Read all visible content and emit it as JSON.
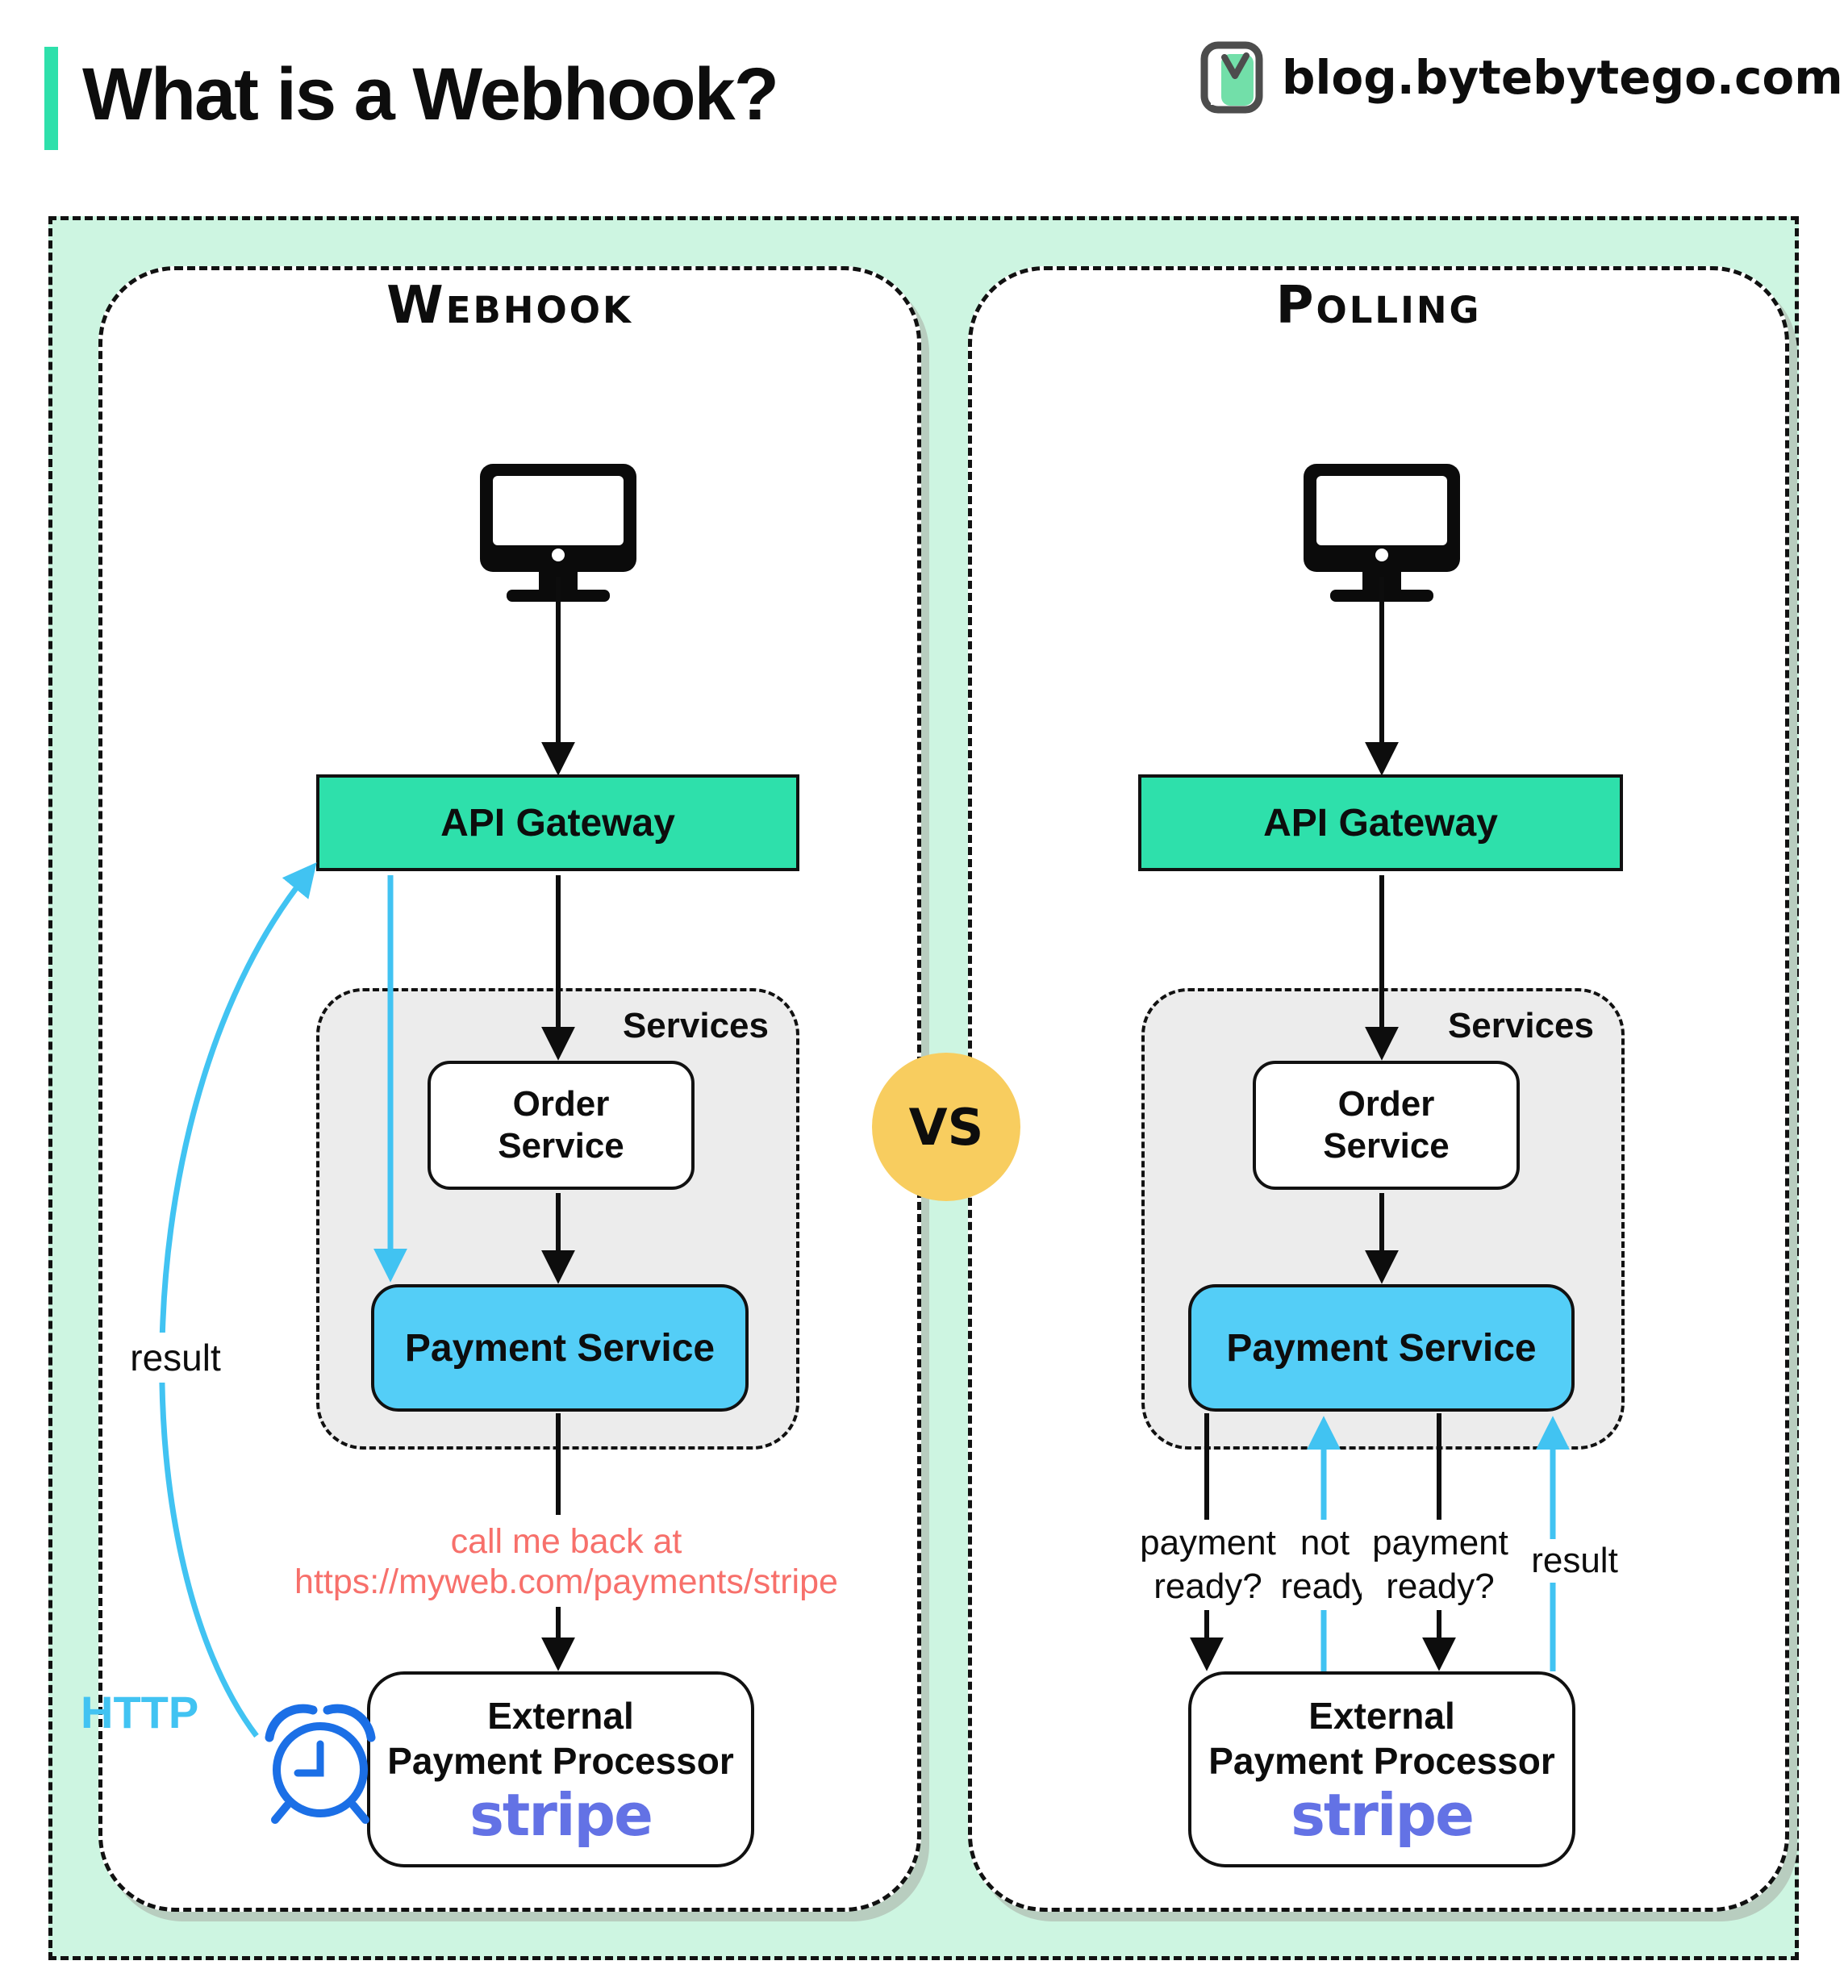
{
  "header": {
    "title": "What is a Webhook?",
    "site": "blog.bytebytego.com"
  },
  "vs_label": "VS",
  "webhook": {
    "title": "Webhook",
    "api_gateway": "API Gateway",
    "services": "Services",
    "order": [
      "Order",
      "Service"
    ],
    "payment": "Payment Service",
    "external": [
      "External",
      "Payment Processor"
    ],
    "brand": "stripe",
    "callback": [
      "call me back at",
      "https://myweb.com/payments/stripe"
    ],
    "result": "result",
    "http": "HTTP"
  },
  "polling": {
    "title": "Polling",
    "api_gateway": "API Gateway",
    "services": "Services",
    "order": [
      "Order",
      "Service"
    ],
    "payment": "Payment Service",
    "external": [
      "External",
      "Payment Processor"
    ],
    "brand": "stripe",
    "labels": {
      "query1": [
        "payment",
        "ready?"
      ],
      "not_ready": [
        "not",
        "ready"
      ],
      "query2": [
        "payment",
        "ready?"
      ],
      "result": "result"
    }
  },
  "colors": {
    "accent_teal": "#2ee0ab",
    "mint_background": "#cdf5e1",
    "payment_blue": "#54cef7",
    "arrow_blue": "#41c3f2",
    "clock_blue": "#1b6fe6",
    "vs_yellow": "#f8cd5f",
    "callback_red": "#f7706b",
    "stripe_purple": "#6372e5",
    "services_gray": "#ececec",
    "logo_green": "#72dfa9"
  }
}
